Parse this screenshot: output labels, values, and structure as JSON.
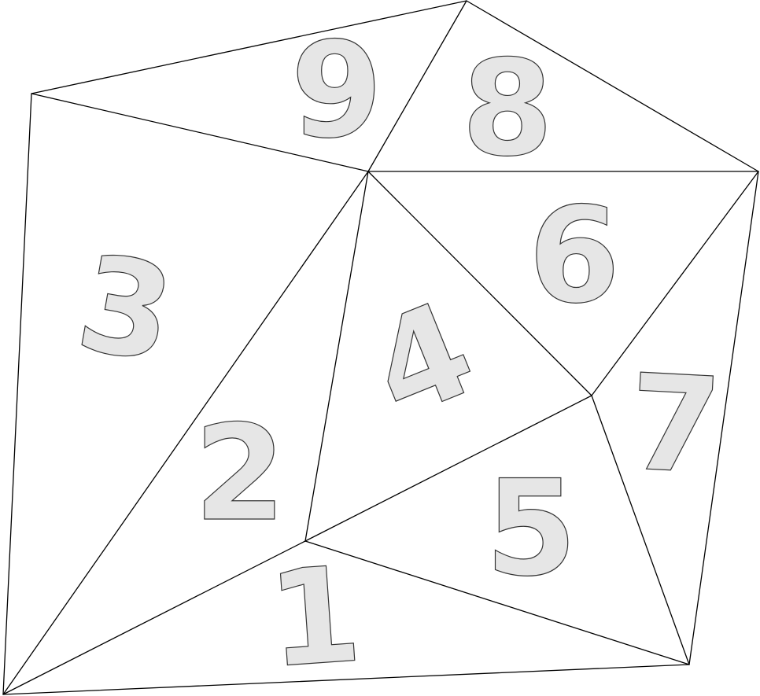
{
  "figure": {
    "regions": [
      {
        "id": "region-1",
        "label": "1"
      },
      {
        "id": "region-2",
        "label": "2"
      },
      {
        "id": "region-3",
        "label": "3"
      },
      {
        "id": "region-4",
        "label": "4"
      },
      {
        "id": "region-5",
        "label": "5"
      },
      {
        "id": "region-6",
        "label": "6"
      },
      {
        "id": "region-7",
        "label": "7"
      },
      {
        "id": "region-8",
        "label": "8"
      },
      {
        "id": "region-9",
        "label": "9"
      }
    ],
    "colors": {
      "line": "#000000",
      "number_fill": "#e6e6e6",
      "number_outline": "#333333",
      "background": "#ffffff"
    }
  }
}
